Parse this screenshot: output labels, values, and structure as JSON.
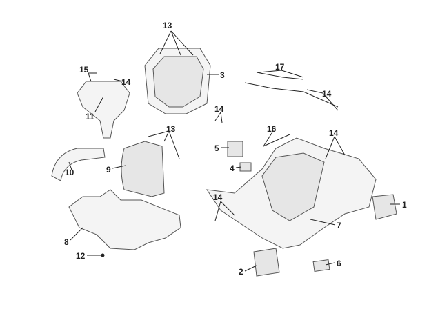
{
  "diagram": {
    "type": "exploded-parts-diagram",
    "callouts": [
      {
        "id": "c13a",
        "label": "13"
      },
      {
        "id": "c3",
        "label": "3"
      },
      {
        "id": "c15",
        "label": "15"
      },
      {
        "id": "c14a",
        "label": "14"
      },
      {
        "id": "c11",
        "label": "11"
      },
      {
        "id": "c17",
        "label": "17"
      },
      {
        "id": "c14b",
        "label": "14"
      },
      {
        "id": "c14c",
        "label": "14"
      },
      {
        "id": "c16",
        "label": "16"
      },
      {
        "id": "c13b",
        "label": "13"
      },
      {
        "id": "c5",
        "label": "5"
      },
      {
        "id": "c4",
        "label": "4"
      },
      {
        "id": "c14d",
        "label": "14"
      },
      {
        "id": "c9",
        "label": "9"
      },
      {
        "id": "c10",
        "label": "10"
      },
      {
        "id": "c1",
        "label": "1"
      },
      {
        "id": "c14e",
        "label": "14"
      },
      {
        "id": "c7",
        "label": "7"
      },
      {
        "id": "c8",
        "label": "8"
      },
      {
        "id": "c12",
        "label": "12"
      },
      {
        "id": "c2",
        "label": "2"
      },
      {
        "id": "c6",
        "label": "6"
      }
    ]
  }
}
